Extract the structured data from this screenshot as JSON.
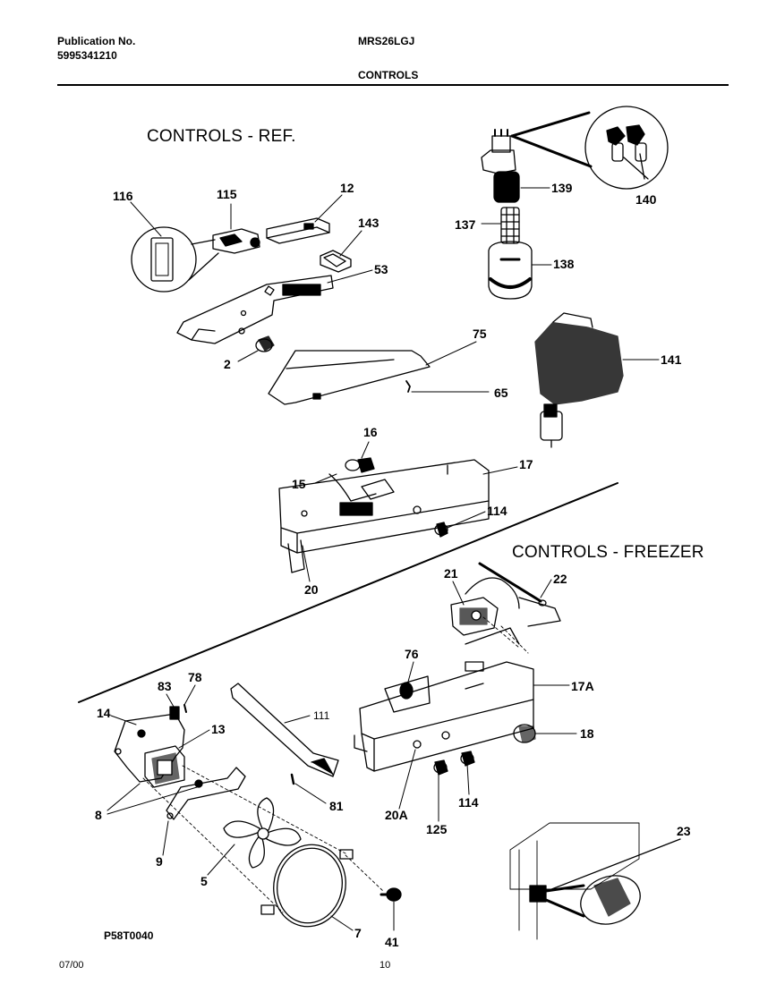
{
  "header": {
    "publication_label": "Publication No.",
    "publication_number": "5995341210",
    "model": "MRS26LGJ",
    "section": "CONTROLS"
  },
  "sections": {
    "ref": "CONTROLS - REF.",
    "freezer": "CONTROLS - FREEZER"
  },
  "drawing_code": "P58T0040",
  "footer": {
    "date": "07/00",
    "page": "10"
  },
  "callouts": {
    "c116": "116",
    "c115": "115",
    "c12": "12",
    "c143": "143",
    "c53": "53",
    "c2": "2",
    "c75": "75",
    "c65": "65",
    "c139": "139",
    "c140": "140",
    "c137": "137",
    "c138": "138",
    "c141": "141",
    "c16": "16",
    "c15": "15",
    "c17": "17",
    "c114a": "114",
    "c20": "20",
    "c21": "21",
    "c22": "22",
    "c76": "76",
    "c17a": "17A",
    "c18": "18",
    "c83": "83",
    "c78": "78",
    "c14": "14",
    "c13": "13",
    "c111": "111",
    "c8": "8",
    "c81": "81",
    "c20a": "20A",
    "c125": "125",
    "c114b": "114",
    "c9": "9",
    "c5": "5",
    "c23": "23",
    "c7": "7",
    "c41": "41"
  }
}
